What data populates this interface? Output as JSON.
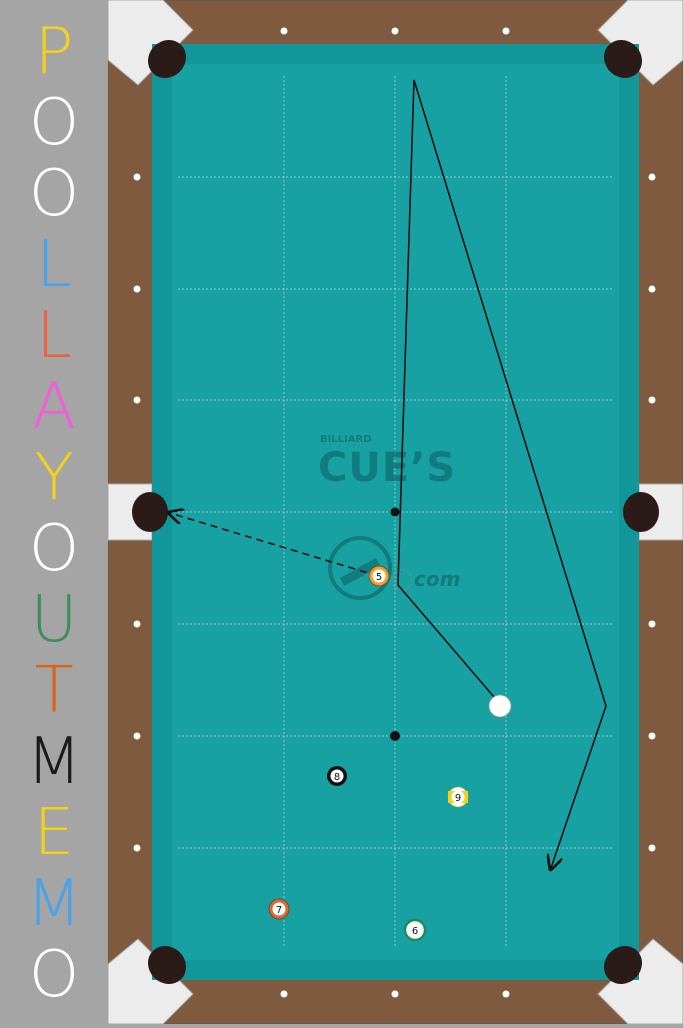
{
  "title": {
    "letters": [
      {
        "char": "P",
        "color": "#f2d21b"
      },
      {
        "char": "O",
        "color": "#ffffff"
      },
      {
        "char": "O",
        "color": "#ffffff"
      },
      {
        "char": "L",
        "color": "#4aa3e8"
      },
      {
        "char": "L",
        "color": "#e8643c"
      },
      {
        "char": "A",
        "color": "#ee5fd8"
      },
      {
        "char": "Y",
        "color": "#f2d21b"
      },
      {
        "char": "O",
        "color": "#ffffff"
      },
      {
        "char": "U",
        "color": "#3c8f5c"
      },
      {
        "char": "T",
        "color": "#d8661a"
      },
      {
        "char": "M",
        "color": "#1a1a1a"
      },
      {
        "char": "E",
        "color": "#f2d21b"
      },
      {
        "char": "M",
        "color": "#4aa3e8"
      },
      {
        "char": "O",
        "color": "#ffffff"
      }
    ]
  },
  "watermark": {
    "line1": "BILLIARD",
    "line2": "CUE’S",
    "line3": "com"
  },
  "colors": {
    "cloth": "#17a1a3",
    "cushion": "#11979a",
    "rail": "#7f5a3f",
    "corner": "#ececec",
    "pocket": "#2a1a18"
  },
  "balls": [
    {
      "id": "cue",
      "label": "",
      "color": "#ffffff"
    },
    {
      "id": "ball-5",
      "label": "5",
      "color": "#f0a02a"
    },
    {
      "id": "ball-6",
      "label": "6",
      "color": "#1e8a5c"
    },
    {
      "id": "ball-7",
      "label": "7",
      "color": "#d86a3a"
    },
    {
      "id": "ball-8",
      "label": "8",
      "color": "#111111"
    },
    {
      "id": "ball-9",
      "label": "9",
      "color": "#f2d21b"
    }
  ]
}
